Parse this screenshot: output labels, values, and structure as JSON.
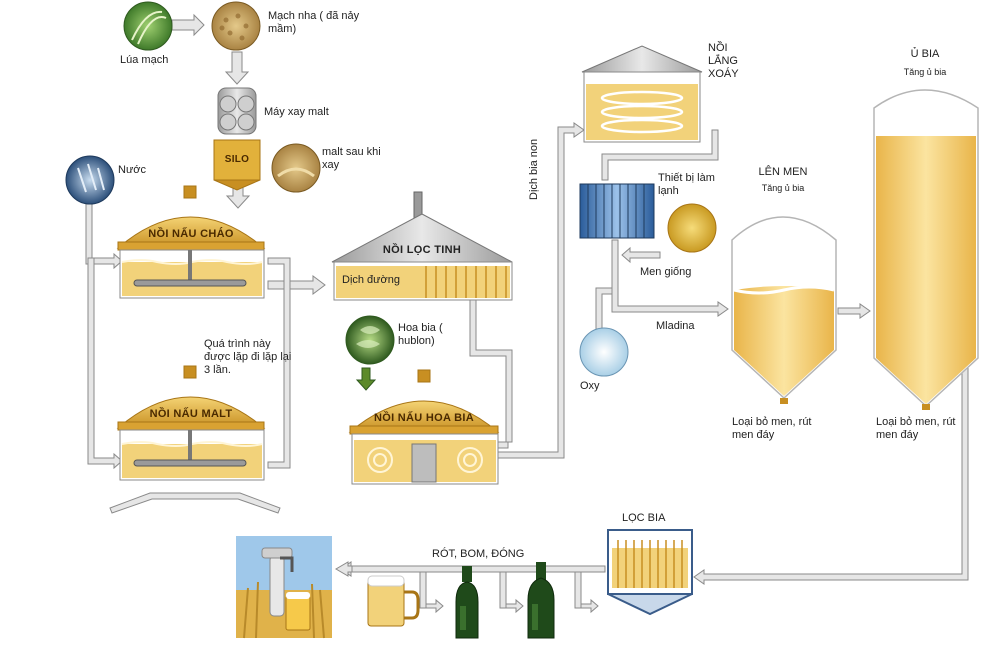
{
  "labels": {
    "barley": "Lúa mạch",
    "malt": "Mạch nha ( đã nảy mầm)",
    "mill": "Máy xay malt",
    "silo": "SILO",
    "ground_malt": "malt sau khi xay",
    "water": "Nước",
    "cereal_cooker": "NỒI NẤU CHÁO",
    "malt_cooker": "NỒI NẤU MALT",
    "repeat_note": "Quá trình này được lặp đi lặp lại 3 lần.",
    "lauter_tun": "NỒI LỌC TINH",
    "wort": "Dịch đường",
    "hops": "Hoa bia ( hublon)",
    "hop_kettle": "NỒI NẤU HOA BIA",
    "whirlpool": "NỒI LẮNG XOÁY",
    "green_wort": "Dịch bia non",
    "cooler": "Thiết bị làm lạnh",
    "yeast": "Men giống",
    "oxy": "Oxy",
    "mladina": "Mladina",
    "fermentation": "LÊN MEN",
    "fermentation_sub": "Tăng ủ bia",
    "remove_yeast_1": "Loại bỏ men, rút men đáy",
    "aging": "Ủ BIA",
    "aging_sub": "Tăng ủ bia",
    "remove_yeast_2": "Loại bỏ men, rút men đáy",
    "beer_filter": "LỌC BIA",
    "bottling": "RÓT, BOM, ĐÓNG"
  },
  "colors": {
    "gold": "#e2b13b",
    "gold_dark": "#a87516",
    "liquid": "#f2d27a",
    "grey": "#b9b9b9",
    "pipe": "#d9d9d9",
    "pipe_edge": "#8a8a8a",
    "bottle": "#1f4a1a"
  }
}
